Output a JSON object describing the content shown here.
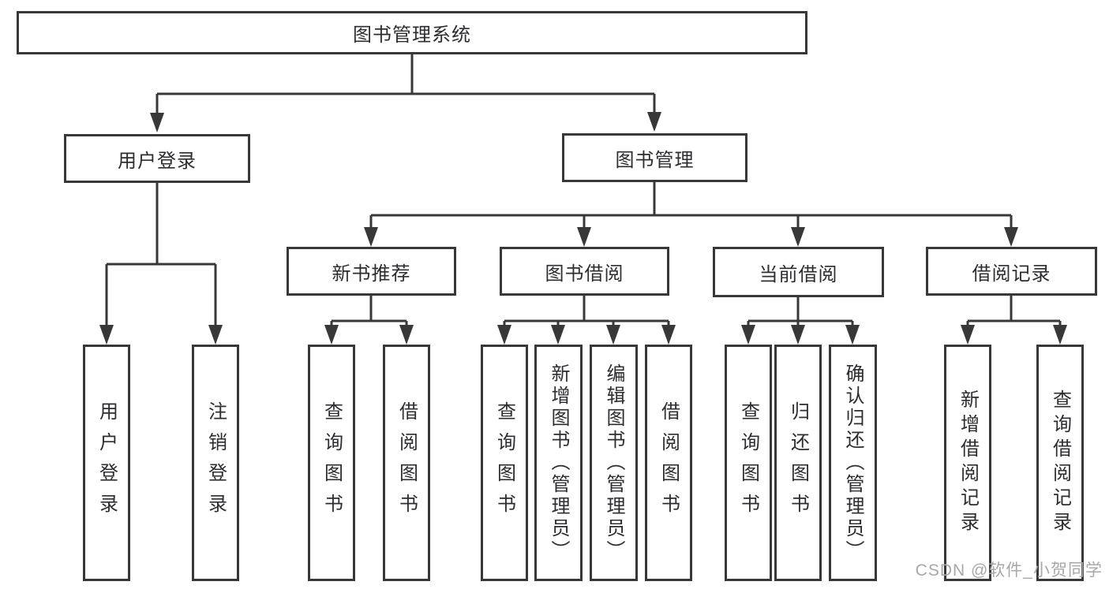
{
  "diagram": {
    "root": "图书管理系统",
    "level2": [
      "用户登录",
      "图书管理"
    ],
    "level3": [
      "新书推荐",
      "图书借阅",
      "当前借阅",
      "借阅记录"
    ],
    "leaves": {
      "user_login": [
        "用户登录",
        "注销登录"
      ],
      "new_book": [
        "查询图书",
        "借阅图书"
      ],
      "book_borrow": [
        "查询图书",
        "新增图书（管理员）",
        "编辑图书（管理员）",
        "借阅图书"
      ],
      "current_borrow": [
        "查询图书",
        "归还图书",
        "确认归还（管理员）"
      ],
      "borrow_record": [
        "新增借阅记录",
        "查询借阅记录"
      ]
    }
  },
  "watermark": "CSDN @软件_小贺同学",
  "colors": {
    "line": "#383838",
    "text": "#2d2d30",
    "box_background": "#ffffff",
    "watermark": "#a8a8a8"
  }
}
